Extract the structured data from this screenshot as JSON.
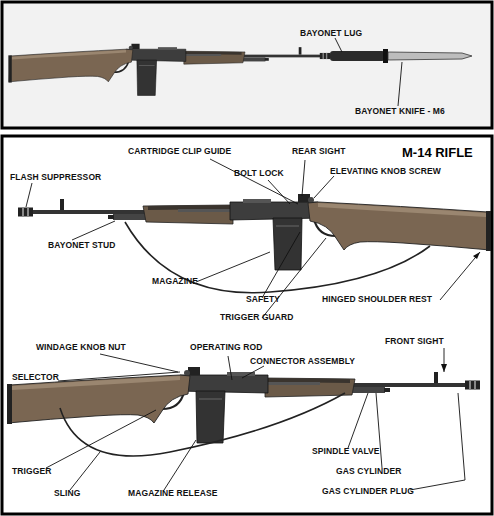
{
  "diagram": {
    "title": "M-14 RIFLE",
    "labels": [
      "BAYONET LUG",
      "BAYONET KNIFE - M6",
      "CARTRIDGE CLIP GUIDE",
      "REAR SIGHT",
      "BOLT LOCK",
      "ELEVATING KNOB SCREW",
      "FLASH SUPPRESSOR",
      "BAYONET STUD",
      "MAGAZINE",
      "SAFETY",
      "TRIGGER GUARD",
      "HINGED SHOULDER REST",
      "WINDAGE KNOB NUT",
      "OPERATING ROD",
      "CONNECTOR ASSEMBLY",
      "FRONT SIGHT",
      "SELECTOR",
      "SPINDLE VALVE",
      "GAS CYLINDER",
      "GAS CYLINDER PLUG",
      "TRIGGER",
      "SLING",
      "MAGAZINE RELEASE"
    ]
  }
}
